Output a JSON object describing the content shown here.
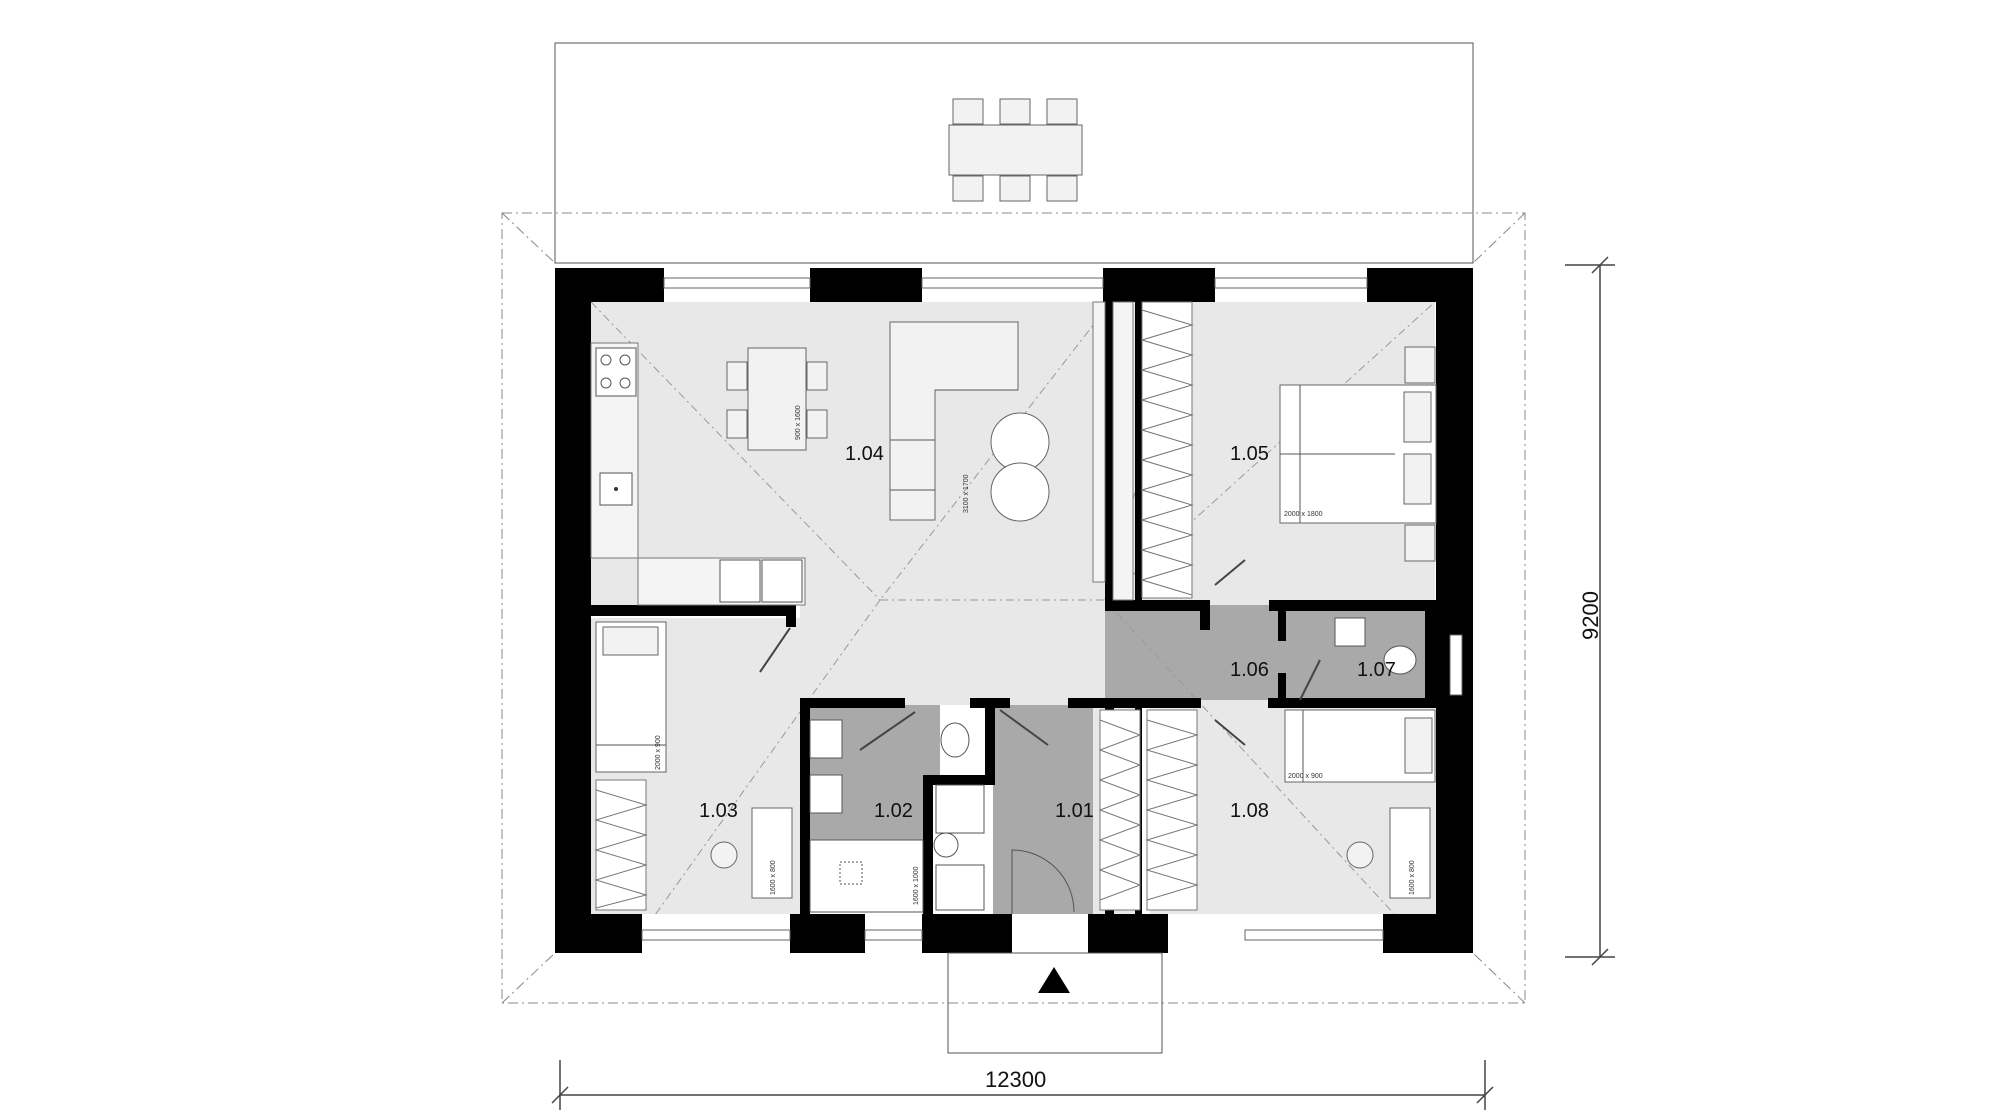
{
  "dimensions": {
    "width_label": "12300",
    "height_label": "9200"
  },
  "rooms": [
    {
      "id": "1.01",
      "label": "1.01"
    },
    {
      "id": "1.02",
      "label": "1.02"
    },
    {
      "id": "1.03",
      "label": "1.03"
    },
    {
      "id": "1.04",
      "label": "1.04"
    },
    {
      "id": "1.05",
      "label": "1.05"
    },
    {
      "id": "1.06",
      "label": "1.06"
    },
    {
      "id": "1.07",
      "label": "1.07"
    },
    {
      "id": "1.08",
      "label": "1.08"
    }
  ],
  "furniture_labels": {
    "dining_table": "900 x 1600",
    "sofa": "3100 x 1700",
    "double_bed": "2000 x 1800",
    "bed_room_103": "2000 x 900",
    "bed_room_108": "2000 x 900",
    "desk_room_103": "1600 x 800",
    "desk_room_108": "1600 x 800",
    "bathtub": "1600 x 1000"
  },
  "entrance_marker": "entrance-arrow-icon"
}
